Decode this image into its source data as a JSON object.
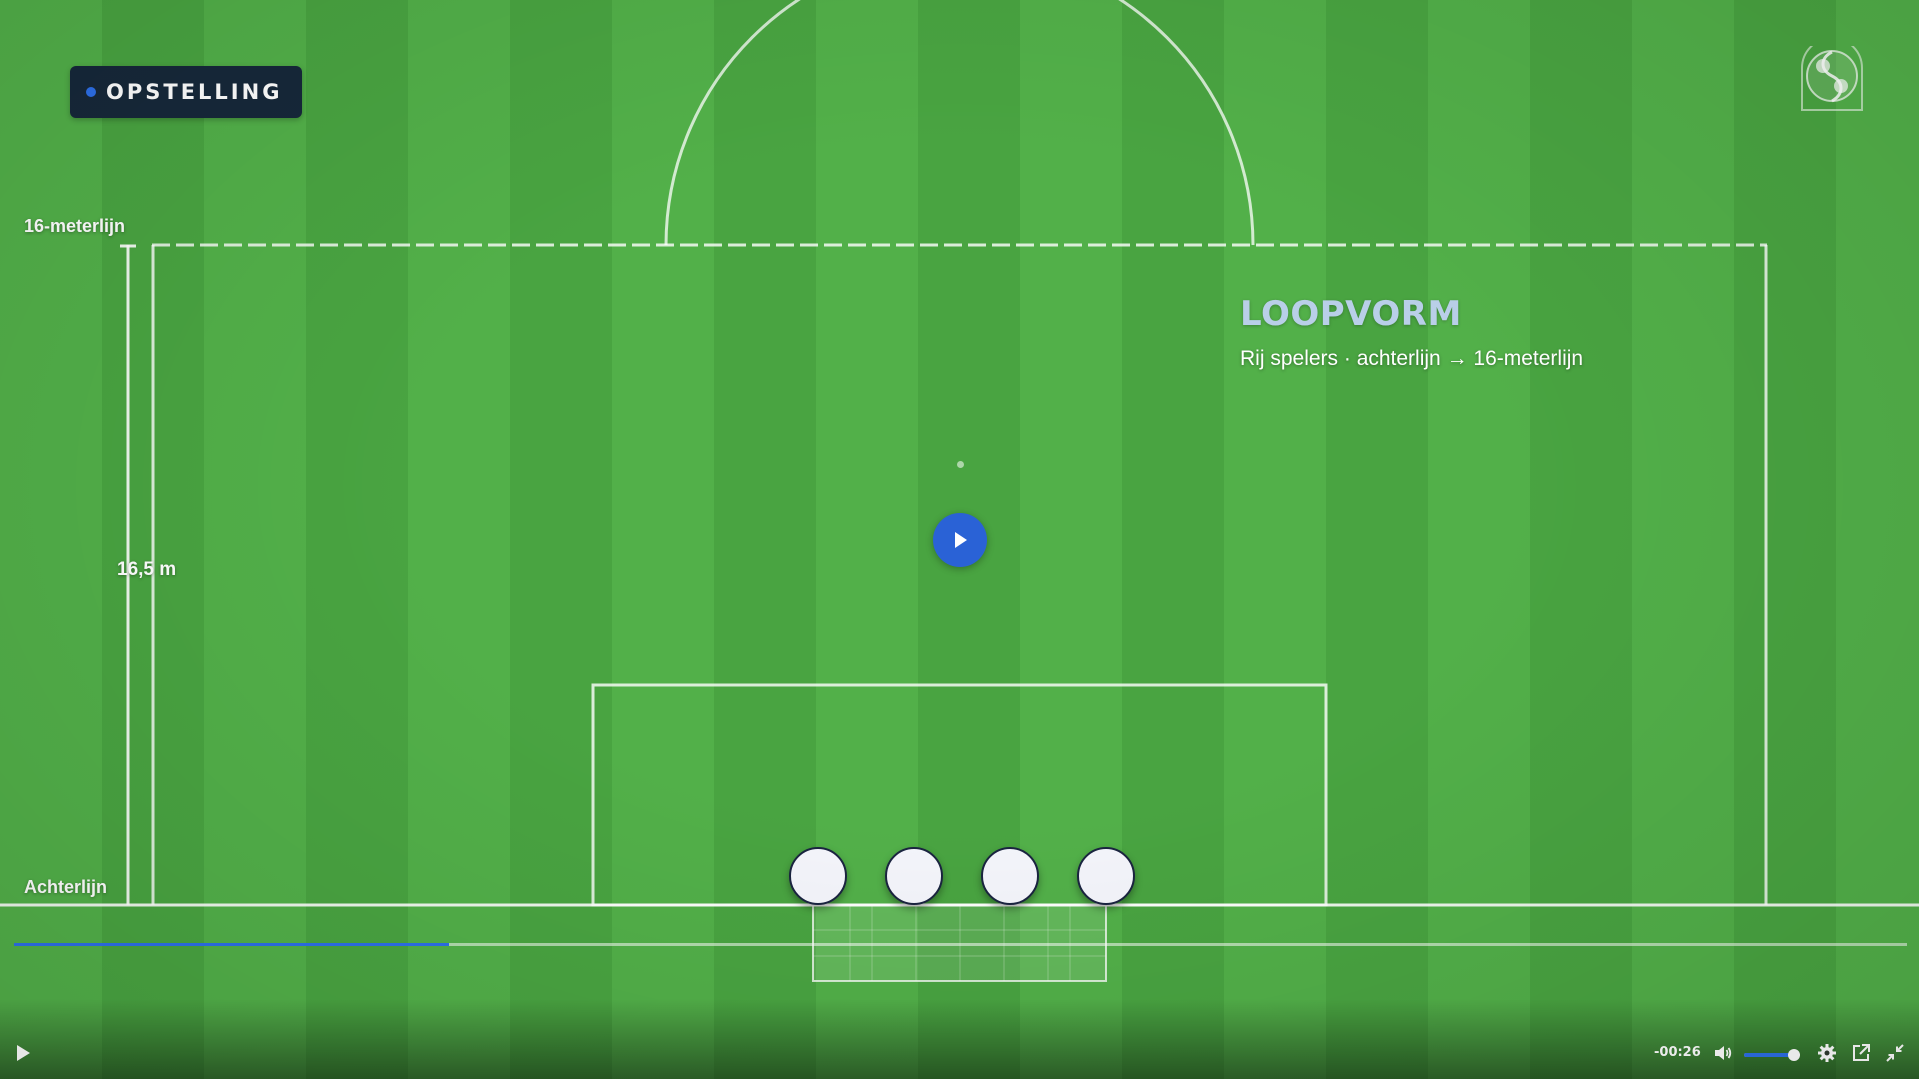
{
  "overlay": {
    "badge": {
      "label": "OPSTELLING",
      "dot_color": "#2d6fe8"
    },
    "drill": {
      "title": "LOOPVORM",
      "subtitle": "Rij spelers · achterlijn → 16-meterlijn"
    }
  },
  "pitch": {
    "label_16m": "16-meterlijn",
    "label_distance": "16,5 m",
    "label_backline": "Achterlijn",
    "players": [
      {
        "role": "player-1"
      },
      {
        "role": "player-2"
      },
      {
        "role": "player-3"
      },
      {
        "role": "player-4"
      }
    ]
  },
  "player": {
    "state": "paused",
    "center_play_icon": "play-icon",
    "progress": 0.23,
    "time_remaining": "-00:26",
    "volume": 0.9,
    "accent_color": "#2d6fe8",
    "icons": [
      "play-icon",
      "volume-icon",
      "gear-icon",
      "popout-icon",
      "exit-fullscreen-icon"
    ]
  }
}
